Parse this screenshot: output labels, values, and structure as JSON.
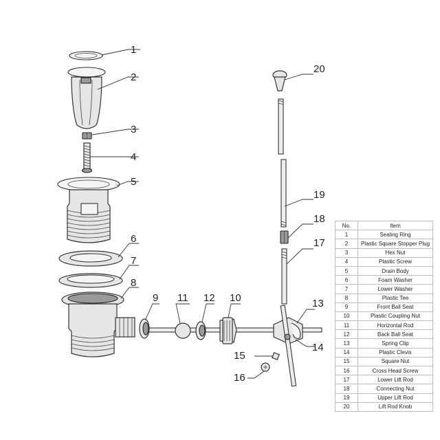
{
  "callouts": [
    "1",
    "2",
    "3",
    "4",
    "5",
    "6",
    "7",
    "8",
    "9",
    "10",
    "11",
    "12",
    "13",
    "14",
    "15",
    "16",
    "17",
    "18",
    "19",
    "20"
  ],
  "table": {
    "headers": [
      "No.",
      "Item"
    ],
    "rows": [
      {
        "no": "1",
        "item": "Sealing Ring"
      },
      {
        "no": "2",
        "item": "Plastic Square Stopper Plug"
      },
      {
        "no": "3",
        "item": "Hex Nut"
      },
      {
        "no": "4",
        "item": "Plastic Screw"
      },
      {
        "no": "5",
        "item": "Drain Body"
      },
      {
        "no": "6",
        "item": "Foam Washer"
      },
      {
        "no": "7",
        "item": "Lower Washer"
      },
      {
        "no": "8",
        "item": "Plastic Tee"
      },
      {
        "no": "9",
        "item": "Front Ball Seat"
      },
      {
        "no": "10",
        "item": "Plastic Coupling Nut"
      },
      {
        "no": "11",
        "item": "Horizontal Rod"
      },
      {
        "no": "12",
        "item": "Back Ball Seat"
      },
      {
        "no": "13",
        "item": "Spring Clip"
      },
      {
        "no": "14",
        "item": "Plastic Clevis"
      },
      {
        "no": "15",
        "item": "Square Nut"
      },
      {
        "no": "16",
        "item": "Cross Head Screw"
      },
      {
        "no": "17",
        "item": "Lower Lift Rod"
      },
      {
        "no": "18",
        "item": "Connecting Nut"
      },
      {
        "no": "19",
        "item": "Upper Lift Rod"
      },
      {
        "no": "20",
        "item": "Lift Rod Knob"
      }
    ]
  }
}
